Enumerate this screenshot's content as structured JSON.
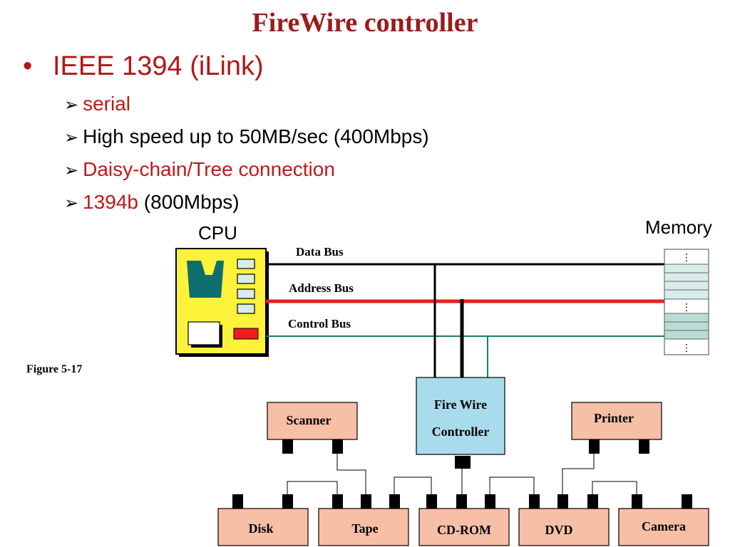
{
  "title": "FireWire controller",
  "bullet": {
    "marker": "•",
    "text": "IEEE 1394 (iLink)"
  },
  "subitems": [
    {
      "text": "serial"
    },
    {
      "text": "High speed up to 50MB/sec (400Mbps)"
    },
    {
      "text": "Daisy-chain/Tree connection"
    },
    {
      "text_red": "1394b",
      "text_black": " (800Mbps)"
    }
  ],
  "arrow_glyph": "➢",
  "diagram": {
    "cpu_label": "CPU",
    "memory_label": "Memory",
    "buses": {
      "data": "Data Bus",
      "address": "Address Bus",
      "control": "Control Bus"
    },
    "figure_label": "Figure 5-17",
    "controller": [
      "Fire Wire",
      "Controller"
    ],
    "devices": {
      "scanner": "Scanner",
      "printer": "Printer",
      "disk": "Disk",
      "tape": "Tape",
      "cdrom": "CD-ROM",
      "dvd": "DVD",
      "camera": "Camera"
    },
    "memory_ellipsis": "⋮",
    "colors": {
      "title": "#9b1b1b",
      "address_bus": "#ee1c1c",
      "control_bus": "#1c7a6e",
      "cpu_body": "#fff23a",
      "cpu_chip": "#0e6e6e",
      "controller_fill": "#a8dcec",
      "device_fill": "#f7bfa6"
    }
  }
}
